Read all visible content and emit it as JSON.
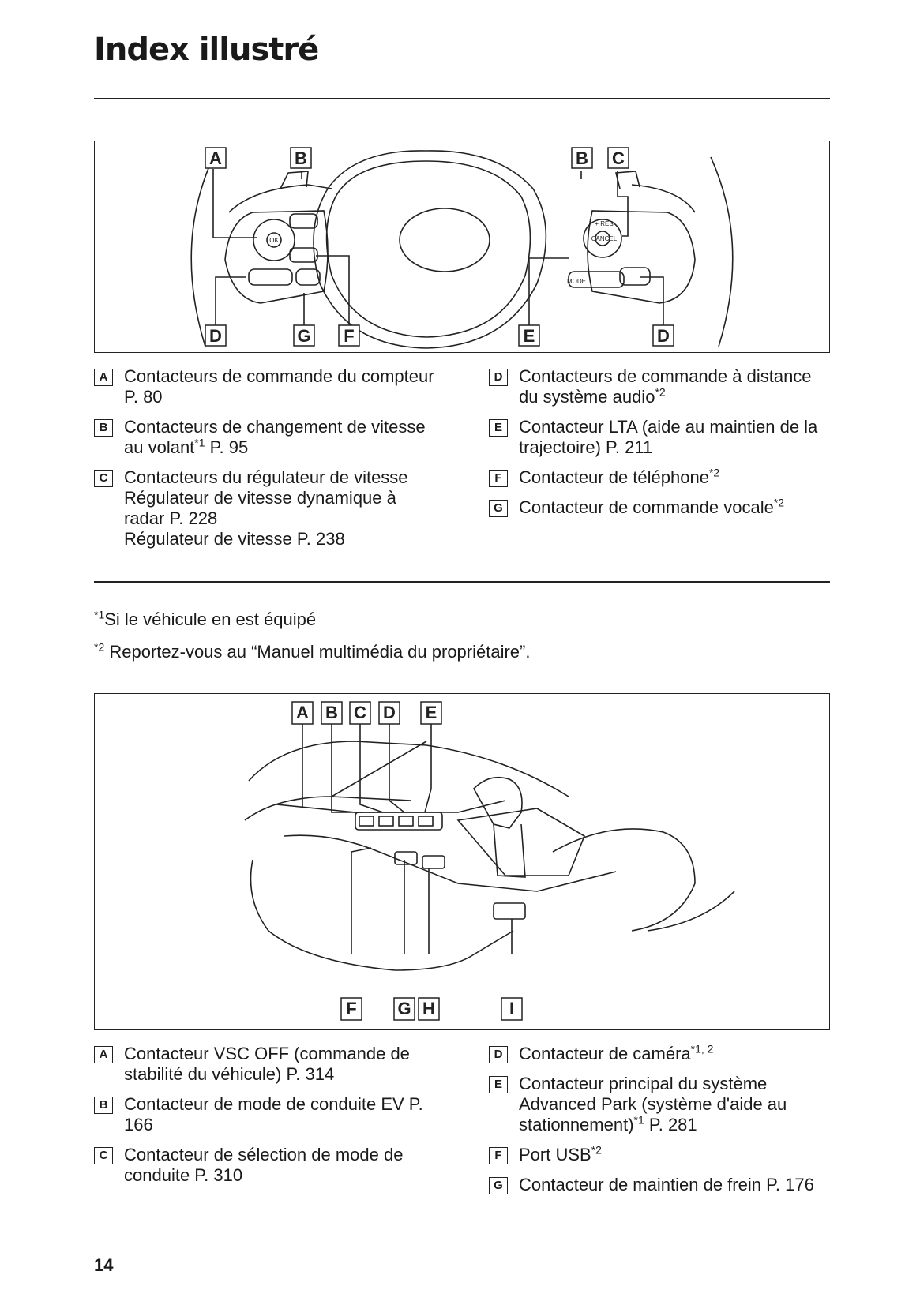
{
  "page": {
    "title": "Index illustré",
    "number": "14"
  },
  "figure1": {
    "callouts_top": [
      "A",
      "B",
      "B",
      "C"
    ],
    "callouts_bottom": [
      "D",
      "G",
      "F",
      "E",
      "D"
    ],
    "button_labels": {
      "ok": "OK",
      "res": "+ RES",
      "cancel": "CANCEL",
      "mode": "MODE"
    }
  },
  "legend1": {
    "left": [
      {
        "key": "A",
        "text": "Contacteurs de commande du compteur P. 80"
      },
      {
        "key": "B",
        "text": "Contacteurs de changement de vitesse au volant",
        "sup": "*1",
        "after": " P. 95"
      },
      {
        "key": "C",
        "text": "Contacteurs du régulateur de vitesse",
        "lines": [
          "Régulateur de vitesse dynamique à radar P. 228",
          "Régulateur de vitesse P. 238"
        ]
      }
    ],
    "right": [
      {
        "key": "D",
        "text": "Contacteurs de commande à distance du système audio",
        "sup": "*2"
      },
      {
        "key": "E",
        "text": "Contacteur LTA (aide au maintien de la trajectoire) P. 211"
      },
      {
        "key": "F",
        "text": "Contacteur de téléphone",
        "sup": "*2"
      },
      {
        "key": "G",
        "text": "Contacteur de commande vocale",
        "sup": "*2"
      }
    ]
  },
  "footnotes": [
    {
      "mark": "*1",
      "text": "Si le véhicule en est équipé"
    },
    {
      "mark": "*2",
      "text": " Reportez-vous au “Manuel multimédia du propriétaire”."
    }
  ],
  "figure2": {
    "callouts_top": [
      "A",
      "B",
      "C",
      "D",
      "E"
    ],
    "callouts_bottom": [
      "F",
      "G",
      "H",
      "I"
    ]
  },
  "legend2": {
    "left": [
      {
        "key": "A",
        "text": "Contacteur VSC OFF (commande de stabilité du véhicule) P. 314"
      },
      {
        "key": "B",
        "text": "Contacteur de mode de conduite EV P. 166"
      },
      {
        "key": "C",
        "text": "Contacteur de sélection de mode de conduite P. 310"
      }
    ],
    "right": [
      {
        "key": "D",
        "text": "Contacteur de caméra",
        "sup": "*1, 2"
      },
      {
        "key": "E",
        "text": "Contacteur principal du système Advanced Park (système d'aide au stationnement)",
        "sup": "*1",
        "after": " P. 281"
      },
      {
        "key": "F",
        "text": "Port USB",
        "sup": "*2"
      },
      {
        "key": "G",
        "text": "Contacteur de maintien de frein P. 176"
      }
    ]
  }
}
